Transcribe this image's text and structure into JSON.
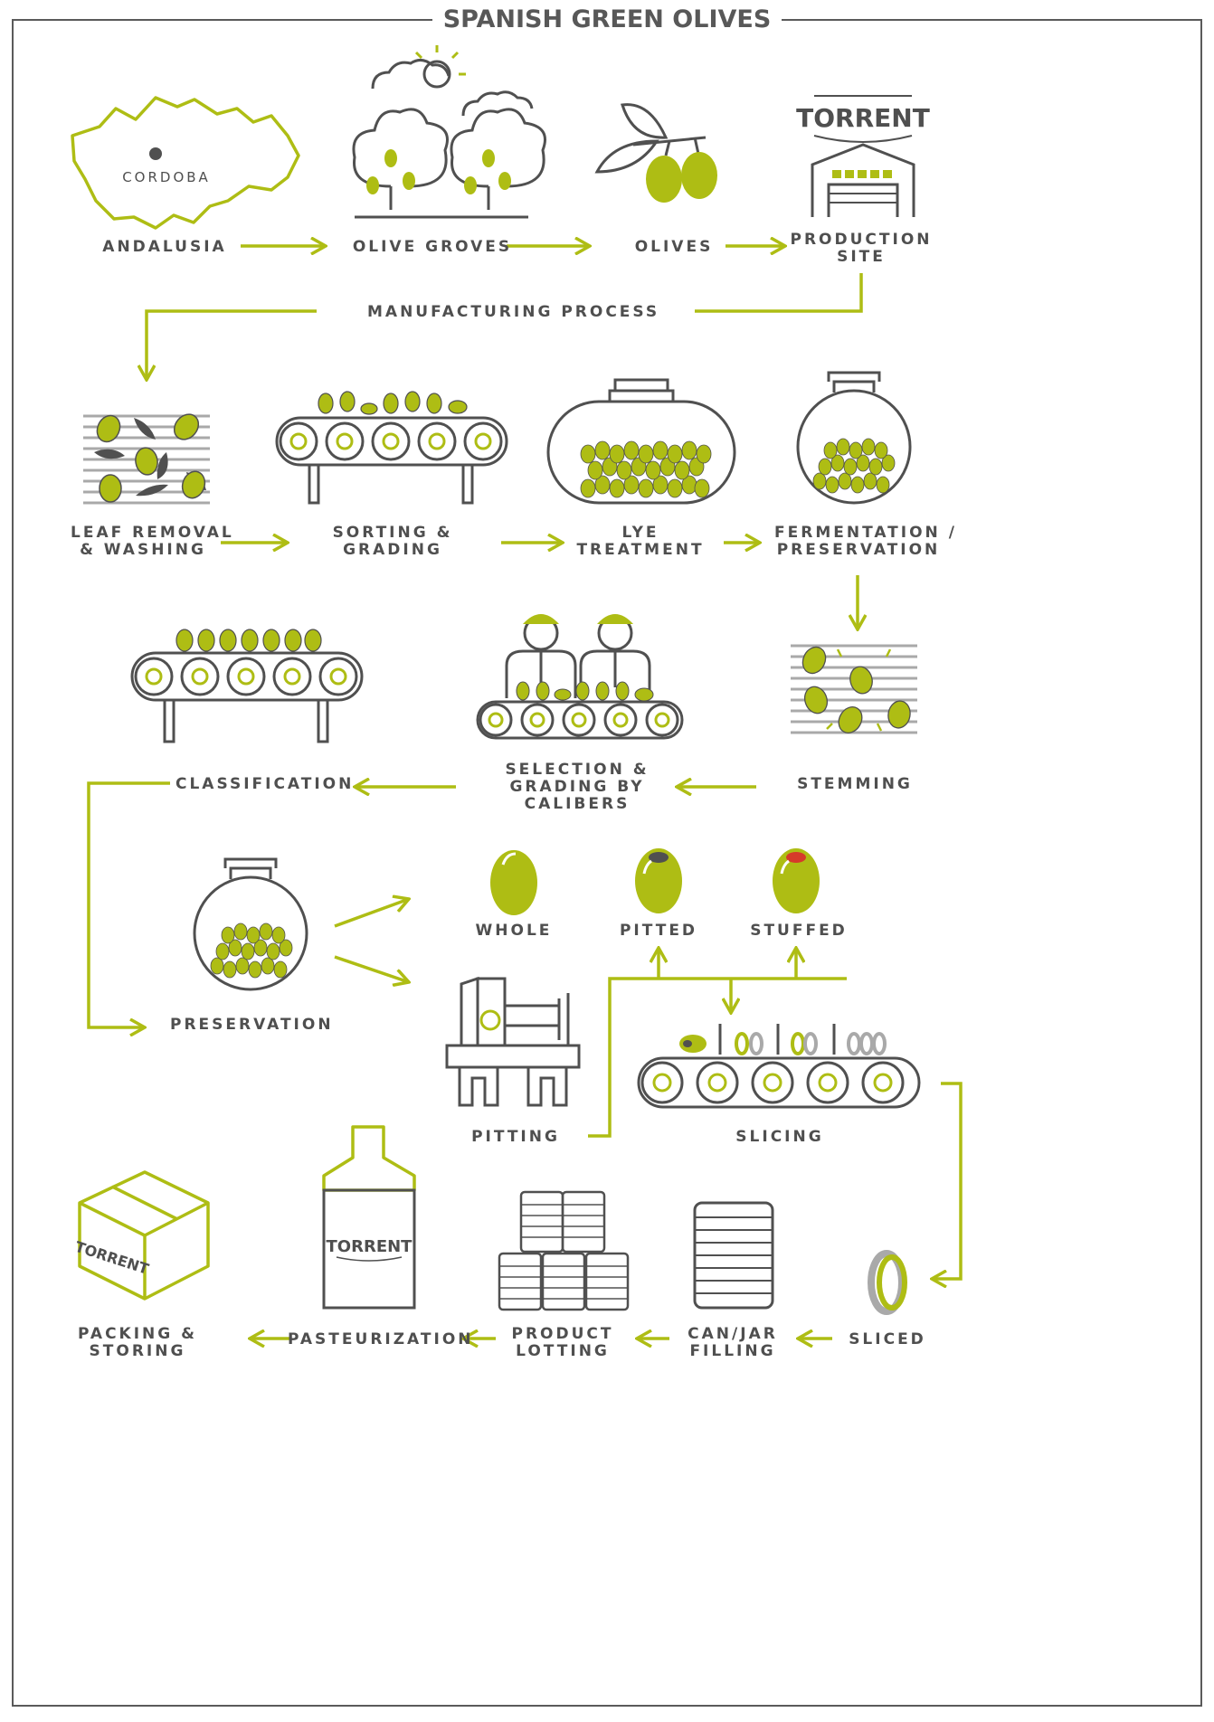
{
  "title": "SPANISH GREEN OLIVES",
  "brand": "TORRENT",
  "map_city": "CORDOBA",
  "colors": {
    "accent": "#aebd14",
    "ink": "#505050",
    "gray": "#a9a9a9",
    "red": "#d63a2a"
  },
  "steps": {
    "andalusia": [
      "ANDALUSIA"
    ],
    "olive_groves": [
      "OLIVE GROVES"
    ],
    "olives": [
      "OLIVES"
    ],
    "production_site": [
      "PRODUCTION",
      "SITE"
    ],
    "manufacturing": [
      "MANUFACTURING PROCESS"
    ],
    "leaf_removal": [
      "LEAF REMOVAL",
      "& WASHING"
    ],
    "sorting": [
      "SORTING &",
      "GRADING"
    ],
    "lye": [
      "LYE",
      "TREATMENT"
    ],
    "fermentation": [
      "FERMENTATION /",
      "PRESERVATION"
    ],
    "stemming": [
      "STEMMING"
    ],
    "selection": [
      "SELECTION &",
      "GRADING BY",
      "CALIBERS"
    ],
    "classification": [
      "CLASSIFICATION"
    ],
    "preservation": [
      "PRESERVATION"
    ],
    "whole": [
      "WHOLE"
    ],
    "pitted": [
      "PITTED"
    ],
    "stuffed": [
      "STUFFED"
    ],
    "pitting": [
      "PITTING"
    ],
    "slicing": [
      "SLICING"
    ],
    "sliced": [
      "SLICED"
    ],
    "can_filling": [
      "CAN/JAR",
      "FILLING"
    ],
    "lotting": [
      "PRODUCT",
      "LOTTING"
    ],
    "pasteurization": [
      "PASTEURIZATION"
    ],
    "packing": [
      "PACKING &",
      "STORING"
    ]
  }
}
